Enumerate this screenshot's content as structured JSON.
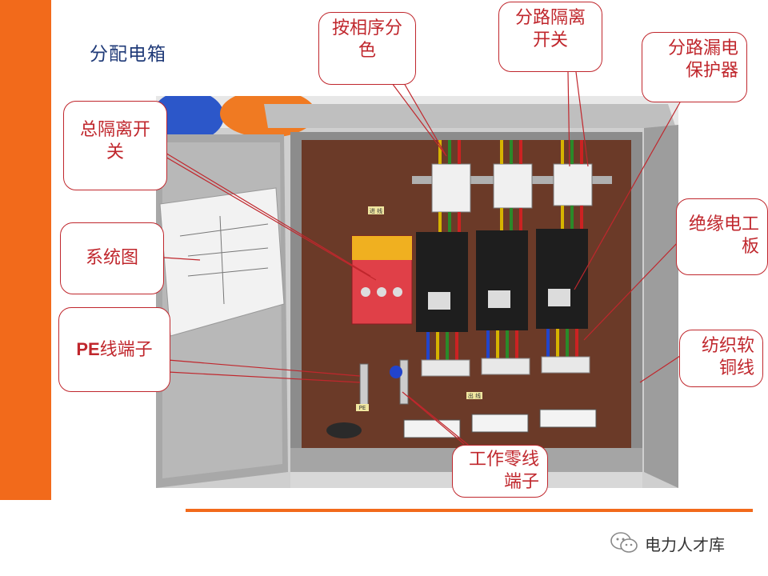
{
  "slide": {
    "title": "分配电箱"
  },
  "labels": {
    "phase_color": [
      "按相序分",
      "色"
    ],
    "branch_isolation": [
      "分路隔离",
      "开关"
    ],
    "branch_leakage": [
      "分路漏电",
      "保护器"
    ],
    "main_isolation": [
      "总隔离开",
      "关"
    ],
    "system_diagram": "系统图",
    "pe_terminal_prefix": "PE",
    "pe_terminal_suffix": "线端子",
    "insulated_board": [
      "绝缘电工",
      "板"
    ],
    "textile_copper": [
      "纺织软",
      "铜线"
    ],
    "neutral_terminal": [
      "工作零线",
      "端子"
    ]
  },
  "photo_text": {
    "outlet_label": "进 线",
    "exit_label": "出 线",
    "pe_tag": "PE"
  },
  "watermark": {
    "text": "电力人才库",
    "icon": "wechat-icon"
  },
  "colors": {
    "accent": "#f26a1b",
    "callout": "#c0272d",
    "title": "#1f3a78"
  }
}
